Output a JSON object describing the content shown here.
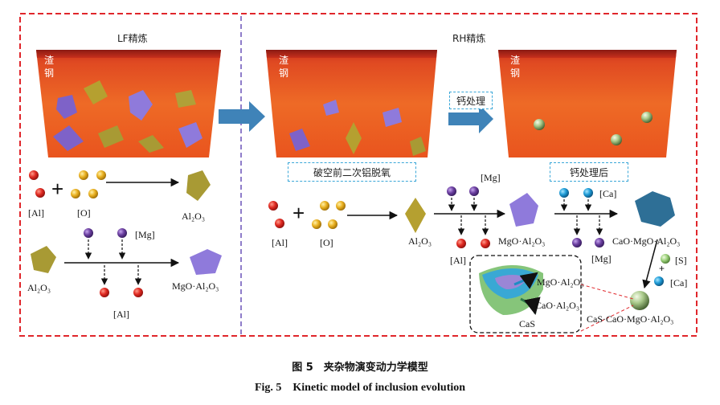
{
  "panels": {
    "lf_title": "LF精炼",
    "rh_title": "RH精炼"
  },
  "slag_label": "渣",
  "steel_label": "钢",
  "box_labels": {
    "before_deox": "破空前二次铝脱氧",
    "ca_treatment": "钙处理",
    "after_ca": "钙处理后"
  },
  "species": {
    "al": "[Al]",
    "o": "[O]",
    "mg": "[Mg]",
    "ca": "[Ca]",
    "s": "[S]",
    "al2o3": "Al₂O₃",
    "mgo_al2o3": "MgO·Al₂O₃",
    "cao_mgo_al2o3": "CaO·MgO·Al₂O₃",
    "cao_al2o3": "CaO·Al₂O₃",
    "cas": "CaS",
    "cas_cao_mgo_al2o3": "CaS·CaO·MgO·Al₂O₃"
  },
  "plus": "+",
  "caption": {
    "cn": "图 5　夹杂物演变动力学模型",
    "en": "Fig. 5　Kinetic model of inclusion evolution"
  },
  "colors": {
    "frame": "#e0262b",
    "divider": "#6a52b8",
    "arrow_blue": "#3f83b8",
    "al_atom": "#e02a22",
    "o_atom": "#e9b020",
    "mg_atom": "#6b3fa0",
    "ca_atom": "#1e9bd6",
    "s_atom": "#9bd07a",
    "spinel": "#9b86d6",
    "alumina": "#b5a030"
  }
}
